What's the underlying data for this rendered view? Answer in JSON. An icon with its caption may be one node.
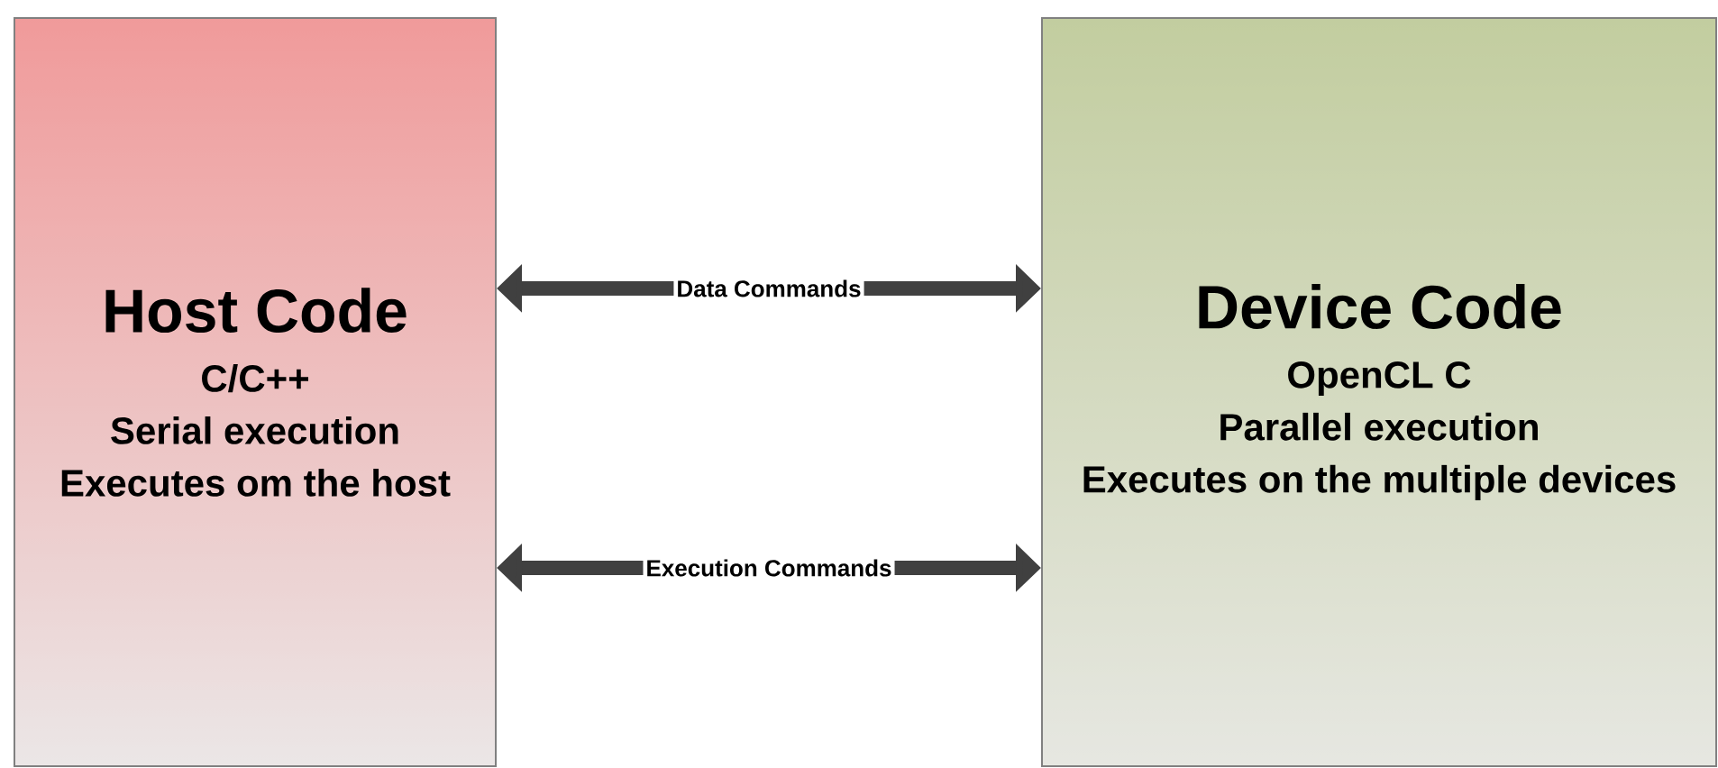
{
  "diagram": {
    "nodes": [
      {
        "text": [
          "Host Code",
          "C/C++",
          "Serial execution",
          "Executes om the host"
        ]
      },
      {
        "text": [
          "Device Code",
          "OpenCL C",
          "Parallel execution",
          "Executes on the multiple devices"
        ]
      }
    ],
    "edges": [
      {
        "from": 0,
        "to": 1,
        "arrow": "both",
        "label": "Data Commands"
      },
      {
        "from": 0,
        "to": 1,
        "arrow": "both",
        "label": "Execution Commands"
      }
    ]
  }
}
